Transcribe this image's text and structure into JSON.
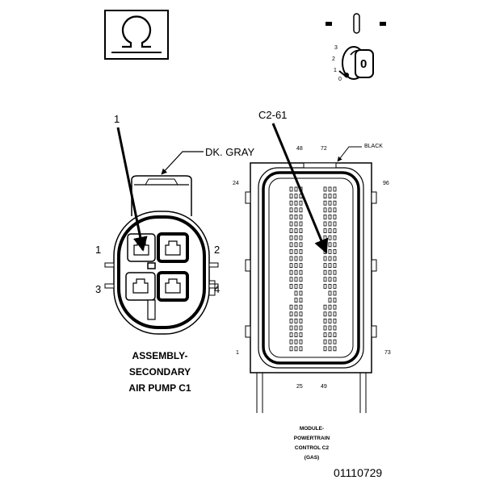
{
  "meter": {
    "ohm_icon": "ohm-symbol",
    "ignition_icon": "ignition-switch",
    "ignition_key_label": "0",
    "ignition_positions": [
      "3",
      "2",
      "1",
      "0"
    ]
  },
  "air_pump_connector": {
    "callout": "1",
    "wire_color_label": "DK. GRAY",
    "cavity_labels": [
      "1",
      "2",
      "3",
      "4"
    ],
    "title_lines": [
      "ASSEMBLY-",
      "SECONDARY",
      "AIR PUMP C1"
    ]
  },
  "pcm_connector": {
    "callout": "C2-61",
    "wire_color_label": "BLACK",
    "cavity_labels": {
      "top_left": "48",
      "top_right": "72",
      "left_top": "24",
      "right_top": "96",
      "left_bottom": "1",
      "right_bottom": "73",
      "bottom_left": "25",
      "bottom_right": "49"
    },
    "title_lines": [
      "MODULE-",
      "POWERTRAIN",
      "CONTROL C2",
      "(GAS)"
    ]
  },
  "figure_number": "01110729"
}
